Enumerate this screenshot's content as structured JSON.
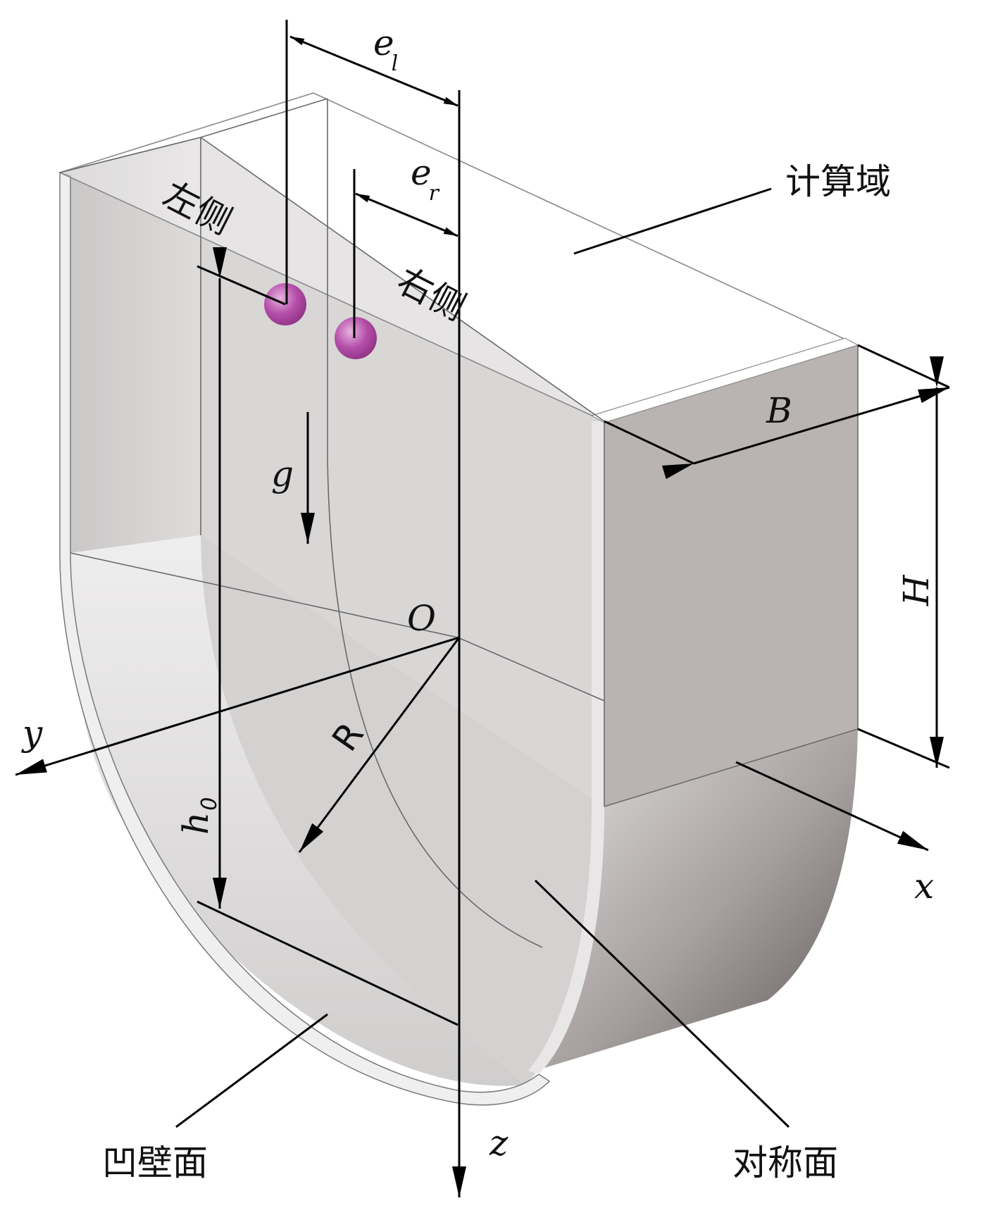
{
  "labels": {
    "computational_domain": "计算域",
    "left_side": "左侧",
    "right_side": "右侧",
    "concave_wall": "凹壁面",
    "symmetry_plane": "对称面",
    "e_l": "e",
    "e_l_sub": "l",
    "e_r": "e",
    "e_r_sub": "r",
    "gravity": "g",
    "origin": "O",
    "radius": "R",
    "height": "H",
    "width": "B",
    "initial_height": "h",
    "initial_height_sub": "0",
    "axis_x": "x",
    "axis_y": "y",
    "axis_z": "z"
  },
  "colors": {
    "droplet": "#b04aa5",
    "droplet_highlight": "#d98fd0",
    "wall_face": "#d6d4d4",
    "side_face": "#bdb8b7",
    "curved_surface_dark": "#6f6868",
    "line": "#000000"
  }
}
